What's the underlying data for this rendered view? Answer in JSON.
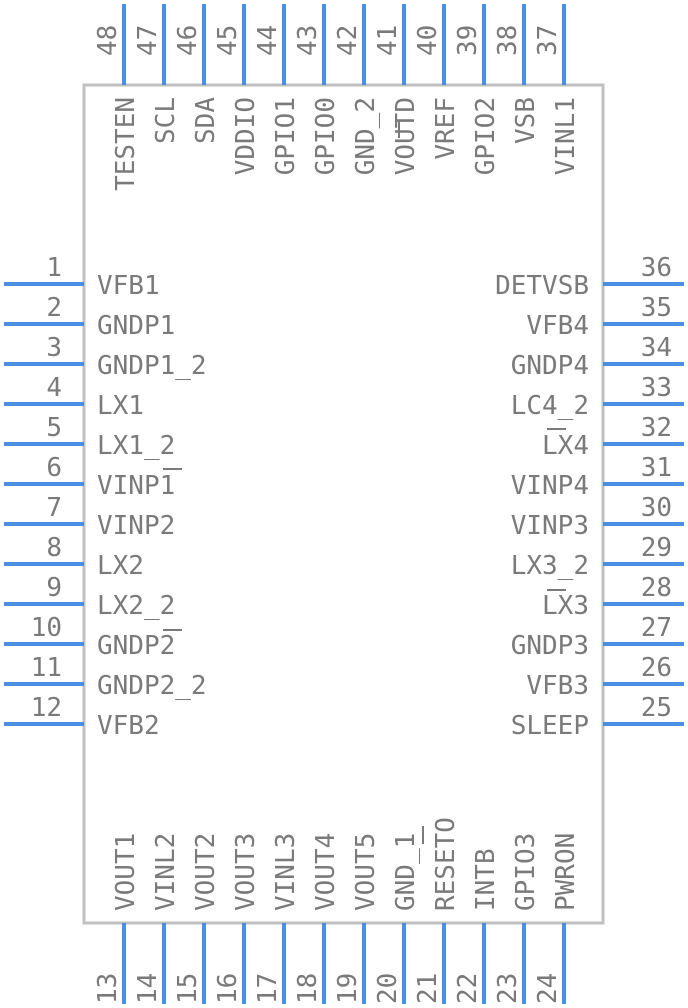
{
  "colors": {
    "pin": "#4a90e2",
    "text": "#7a7a7a",
    "body_outline": "#c0c0c0"
  },
  "pins": {
    "left": [
      {
        "num": "1",
        "name": "VFB1"
      },
      {
        "num": "2",
        "name": "GNDP1"
      },
      {
        "num": "3",
        "name": "GNDP1_2"
      },
      {
        "num": "4",
        "name": "LX1"
      },
      {
        "num": "5",
        "name": "LX1_2"
      },
      {
        "num": "6",
        "name": "VINP1"
      },
      {
        "num": "7",
        "name": "VINP2"
      },
      {
        "num": "8",
        "name": "LX2"
      },
      {
        "num": "9",
        "name": "LX2_2"
      },
      {
        "num": "10",
        "name": "GNDP2"
      },
      {
        "num": "11",
        "name": "GNDP2_2"
      },
      {
        "num": "12",
        "name": "VFB2"
      }
    ],
    "right": [
      {
        "num": "36",
        "name": "DETVSB"
      },
      {
        "num": "35",
        "name": "VFB4"
      },
      {
        "num": "34",
        "name": "GNDP4"
      },
      {
        "num": "33",
        "name": "LC4_2"
      },
      {
        "num": "32",
        "name": "LX4"
      },
      {
        "num": "31",
        "name": "VINP4"
      },
      {
        "num": "30",
        "name": "VINP3"
      },
      {
        "num": "29",
        "name": "LX3_2"
      },
      {
        "num": "28",
        "name": "LX3"
      },
      {
        "num": "27",
        "name": "GNDP3"
      },
      {
        "num": "26",
        "name": "VFB3"
      },
      {
        "num": "25",
        "name": "SLEEP"
      }
    ],
    "top": [
      {
        "num": "48",
        "name": "TESTEN"
      },
      {
        "num": "47",
        "name": "SCL"
      },
      {
        "num": "46",
        "name": "SDA"
      },
      {
        "num": "45",
        "name": "VDDIO"
      },
      {
        "num": "44",
        "name": "GPIO1"
      },
      {
        "num": "43",
        "name": "GPIO0"
      },
      {
        "num": "42",
        "name": "GND_2"
      },
      {
        "num": "41",
        "name": "VOUTD"
      },
      {
        "num": "40",
        "name": "VREF"
      },
      {
        "num": "39",
        "name": "GPIO2"
      },
      {
        "num": "38",
        "name": "VSB"
      },
      {
        "num": "37",
        "name": "VINL1"
      }
    ],
    "bottom": [
      {
        "num": "13",
        "name": "VOUT1"
      },
      {
        "num": "14",
        "name": "VINL2"
      },
      {
        "num": "15",
        "name": "VOUT2"
      },
      {
        "num": "16",
        "name": "VOUT3"
      },
      {
        "num": "17",
        "name": "VINL3"
      },
      {
        "num": "18",
        "name": "VOUT4"
      },
      {
        "num": "19",
        "name": "VOUT5"
      },
      {
        "num": "20",
        "name": "GND_1"
      },
      {
        "num": "21",
        "name": "RESETO"
      },
      {
        "num": "22",
        "name": "INTB"
      },
      {
        "num": "23",
        "name": "GPIO3"
      },
      {
        "num": "24",
        "name": "PWRON"
      }
    ]
  }
}
